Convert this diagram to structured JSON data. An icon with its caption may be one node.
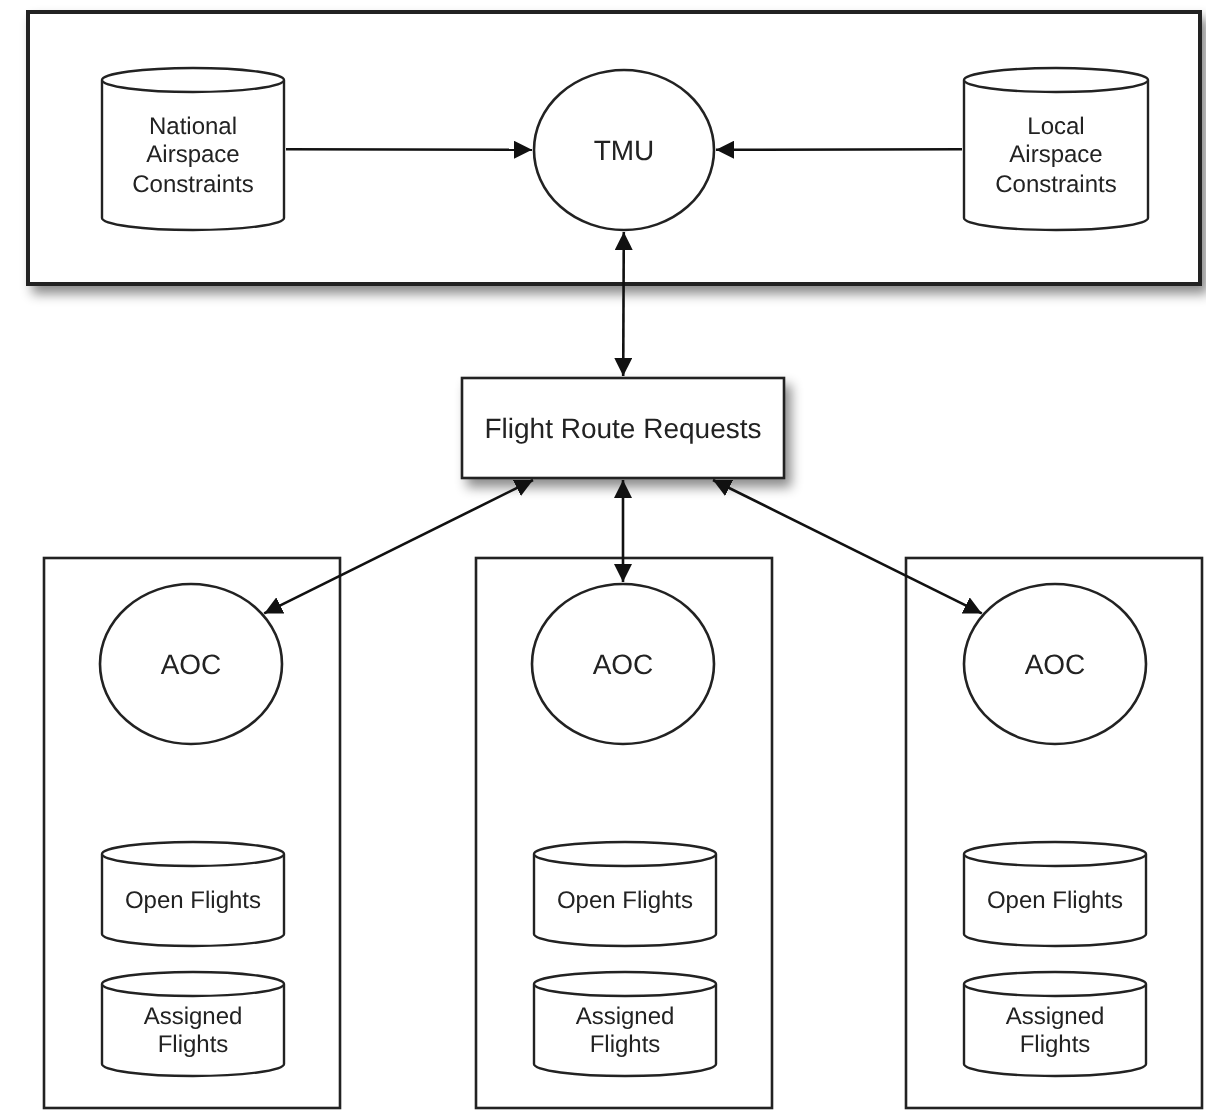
{
  "diagram": {
    "nodes": [
      {
        "text": [],
        "shape": "box"
      },
      {
        "text": [
          "National Airspace Constraints"
        ],
        "in": 0
      },
      {
        "text": [
          "TMU"
        ],
        "in": 0
      },
      {
        "text": [
          "Local Airspace Constraints"
        ],
        "in": 0
      },
      {
        "text": [
          "Flight Route Requests"
        ]
      },
      {
        "text": [],
        "shape": "box"
      },
      {
        "text": [
          "AOC"
        ],
        "in": 5
      },
      {
        "text": [
          "Open Flights"
        ],
        "in": 5
      },
      {
        "text": [
          "Assigned Flights"
        ],
        "in": 5
      },
      {
        "text": [],
        "shape": "box"
      },
      {
        "text": [
          "AOC"
        ],
        "in": 9
      },
      {
        "text": [
          "Open Flights"
        ],
        "in": 9
      },
      {
        "text": [
          "Assigned Flights"
        ],
        "in": 9
      },
      {
        "text": [],
        "shape": "box"
      },
      {
        "text": [
          "AOC"
        ],
        "in": 13
      },
      {
        "text": [
          "Open Flights"
        ],
        "in": 13
      },
      {
        "text": [
          "Assigned Flights"
        ],
        "in": 13
      }
    ],
    "edges": [
      {
        "from": 1,
        "to": 2,
        "arrow": "to"
      },
      {
        "from": 3,
        "to": 2,
        "arrow": "to"
      },
      {
        "from": 2,
        "to": 4,
        "arrow": "both"
      },
      {
        "from": 4,
        "to": 6,
        "arrow": "both"
      },
      {
        "from": 4,
        "to": 10,
        "arrow": "both"
      },
      {
        "from": 4,
        "to": 14,
        "arrow": "both"
      }
    ]
  }
}
